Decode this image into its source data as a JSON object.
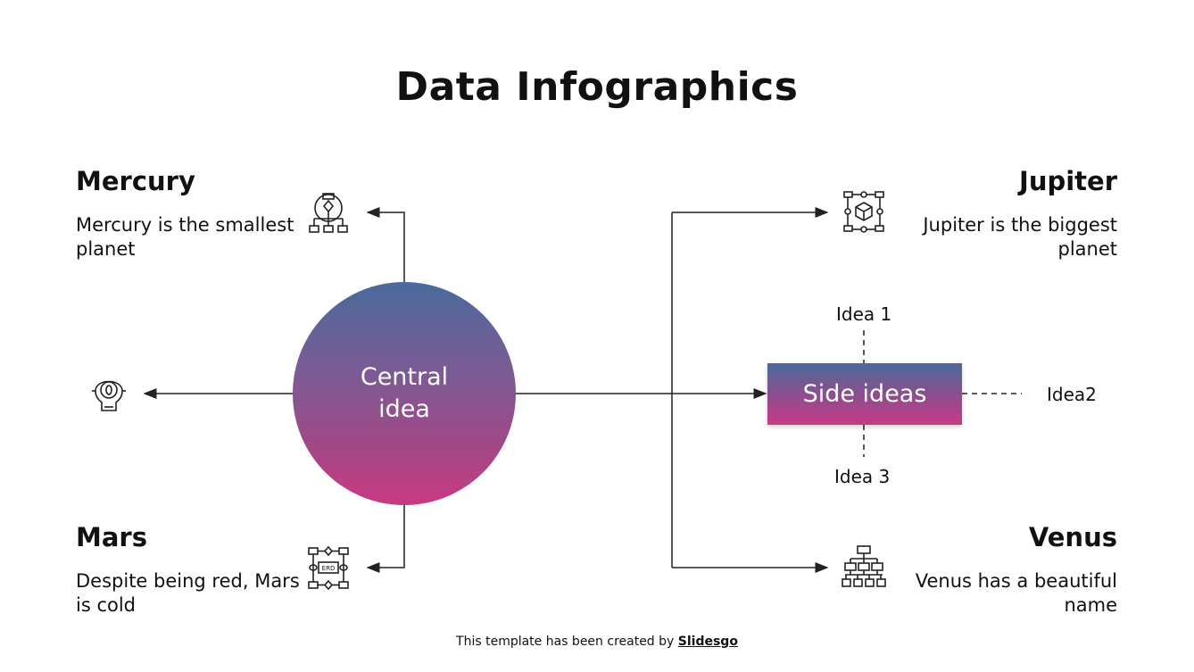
{
  "title": "Data Infographics",
  "central": {
    "label": "Central idea"
  },
  "side": {
    "label": "Side ideas",
    "ideas": [
      "Idea 1",
      "Idea2",
      "Idea 3"
    ]
  },
  "nodes": {
    "mercury": {
      "title": "Mercury",
      "text": "Mercury is the smallest planet",
      "icon": "flowchart-icon"
    },
    "jupiter": {
      "title": "Jupiter",
      "text": "Jupiter is the biggest planet",
      "icon": "cube-network-icon"
    },
    "mars": {
      "title": "Mars",
      "text": "Despite being red, Mars is cold",
      "icon": "erd-diagram-icon"
    },
    "venus": {
      "title": "Venus",
      "text": "Venus has a beautiful name",
      "icon": "hierarchy-icon"
    },
    "left": {
      "icon": "head-idea-icon"
    }
  },
  "footer": {
    "prefix": "This template has been created by ",
    "brand": "Slidesgo"
  },
  "colors": {
    "gradient_top": "#4a6a9c",
    "gradient_bottom": "#c83a82",
    "line": "#222222"
  }
}
